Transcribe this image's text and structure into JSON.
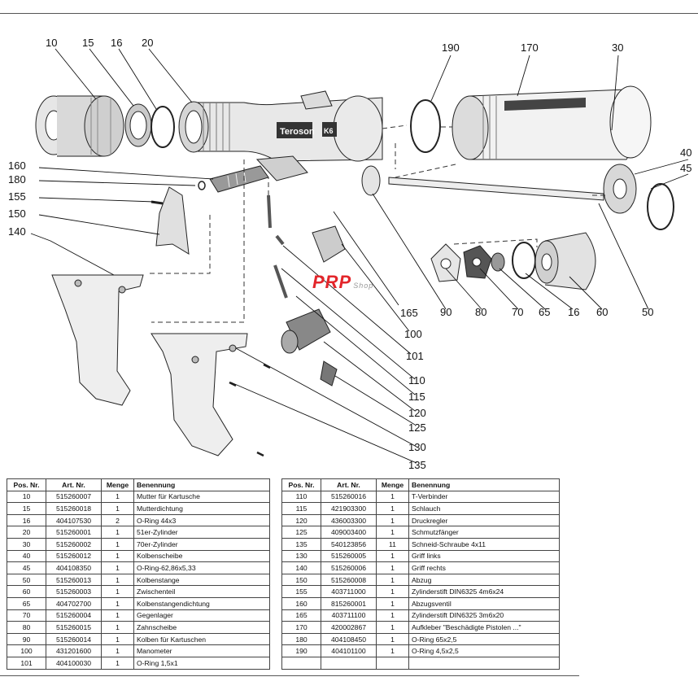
{
  "callouts": {
    "c10": "10",
    "c15": "15",
    "c16a": "16",
    "c20": "20",
    "c190": "190",
    "c170": "170",
    "c30": "30",
    "c40": "40",
    "c45": "45",
    "c160": "160",
    "c180": "180",
    "c155": "155",
    "c150": "150",
    "c140": "140",
    "c165": "165",
    "c100": "100",
    "c101": "101",
    "c110": "110",
    "c115": "115",
    "c120": "120",
    "c125": "125",
    "c130": "130",
    "c135": "135",
    "c90": "90",
    "c80": "80",
    "c70": "70",
    "c65": "65",
    "c16b": "16",
    "c60": "60",
    "c50": "50"
  },
  "barrel_label": "Teroson",
  "barrel_badge": "K6",
  "brand": {
    "main": "PRP",
    "sub": "Shop"
  },
  "table": {
    "headers": [
      "Pos. Nr.",
      "Art. Nr.",
      "Menge",
      "Benennung"
    ],
    "left": [
      [
        "10",
        "515260007",
        "1",
        "Mutter für Kartusche"
      ],
      [
        "15",
        "515260018",
        "1",
        "Mutterdichtung"
      ],
      [
        "16",
        "404107530",
        "2",
        "O-Ring 44x3"
      ],
      [
        "20",
        "515260001",
        "1",
        "51er-Zylinder"
      ],
      [
        "30",
        "515260002",
        "1",
        "70er-Zylinder"
      ],
      [
        "40",
        "515260012",
        "1",
        "Kolbenscheibe"
      ],
      [
        "45",
        "404108350",
        "1",
        "O-Ring-62,86x5,33"
      ],
      [
        "50",
        "515260013",
        "1",
        "Kolbenstange"
      ],
      [
        "60",
        "515260003",
        "1",
        "Zwischenteil"
      ],
      [
        "65",
        "404702700",
        "1",
        "Kolbenstangendichtung"
      ],
      [
        "70",
        "515260004",
        "1",
        "Gegenlager"
      ],
      [
        "80",
        "515260015",
        "1",
        "Zahnscheibe"
      ],
      [
        "90",
        "515260014",
        "1",
        "Kolben für Kartuschen"
      ],
      [
        "100",
        "431201600",
        "1",
        "Manometer"
      ],
      [
        "101",
        "404100030",
        "1",
        "O-Ring 1,5x1"
      ]
    ],
    "right": [
      [
        "110",
        "515260016",
        "1",
        "T-Verbinder"
      ],
      [
        "115",
        "421903300",
        "1",
        "Schlauch"
      ],
      [
        "120",
        "436003300",
        "1",
        "Druckregler"
      ],
      [
        "125",
        "409003400",
        "1",
        "Schmutzfänger"
      ],
      [
        "135",
        "540123856",
        "11",
        "Schneid-Schraube 4x11"
      ],
      [
        "130",
        "515260005",
        "1",
        "Griff links"
      ],
      [
        "140",
        "515260006",
        "1",
        "Griff rechts"
      ],
      [
        "150",
        "515260008",
        "1",
        "Abzug"
      ],
      [
        "155",
        "403711000",
        "1",
        "Zylinderstift DIN6325 4m6x24"
      ],
      [
        "160",
        "815260001",
        "1",
        "Abzugsventil"
      ],
      [
        "165",
        "403711100",
        "1",
        "Zylinderstift DIN6325 3m6x20"
      ],
      [
        "170",
        "420002867",
        "1",
        "Aufkleber \"Beschädigte Pistolen ...\""
      ],
      [
        "180",
        "404108450",
        "1",
        "O-Ring 65x2,5"
      ],
      [
        "190",
        "404101100",
        "1",
        "O-Ring 4,5x2,5"
      ],
      [
        "",
        "",
        "",
        ""
      ]
    ]
  }
}
